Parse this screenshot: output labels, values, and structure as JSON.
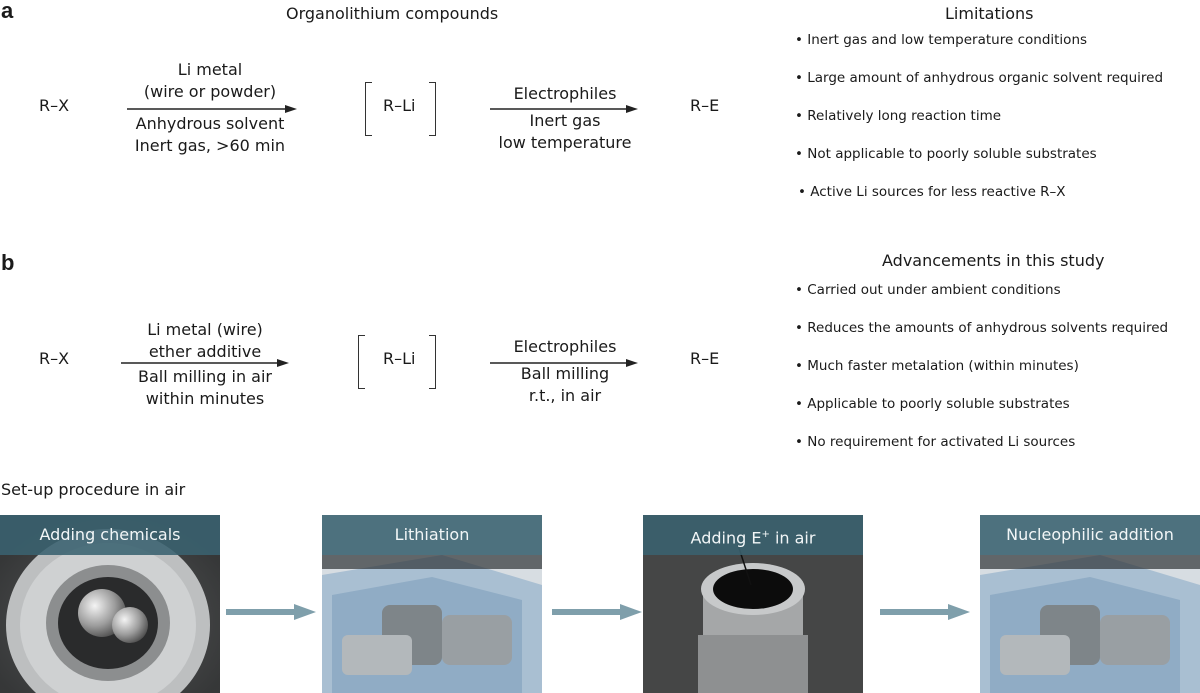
{
  "panel_a": {
    "letter": "a",
    "title": "Organolithium compounds",
    "reactant": "R–X",
    "step1_above": [
      "Li metal",
      "(wire or powder)"
    ],
    "step1_below": [
      "Anhydrous solvent",
      "Inert gas, >60 min"
    ],
    "intermediate": "R–Li",
    "step2_above": [
      "Electrophiles"
    ],
    "step2_below": [
      "Inert gas",
      "low temperature"
    ],
    "product": "R–E",
    "side_title": "Limitations",
    "bullets": [
      "• Inert gas and low temperature conditions",
      "• Large amount of anhydrous organic solvent required",
      "• Relatively long reaction time",
      "• Not applicable to poorly soluble substrates",
      "• Active Li sources for less reactive R–X"
    ]
  },
  "panel_b": {
    "letter": "b",
    "reactant": "R–X",
    "step1_above": [
      "Li metal (wire)",
      "ether additive"
    ],
    "step1_below": [
      "Ball milling in air",
      "within minutes"
    ],
    "intermediate": "R–Li",
    "step2_above": [
      "Electrophiles"
    ],
    "step2_below": [
      "Ball milling",
      "r.t., in air"
    ],
    "product": "R–E",
    "side_title": "Advancements in this study",
    "bullets": [
      "• Carried out under ambient conditions",
      "• Reduces the amounts of anhydrous solvents required",
      "• Much faster metalation (within minutes)",
      "• Applicable to poorly soluble substrates",
      "• No requirement for activated Li sources"
    ]
  },
  "setup": {
    "title": "Set-up procedure in air",
    "steps": [
      {
        "label": "Adding chemicals"
      },
      {
        "label": "Lithiation"
      },
      {
        "label_main": "Adding E",
        "label_sup": "+",
        "label_tail": " in air"
      },
      {
        "label": "Nucleophilic addition"
      }
    ]
  },
  "colors": {
    "banner": "#3a6270",
    "flow_arrow": "#7f9fab",
    "text": "#1a1a1a"
  }
}
